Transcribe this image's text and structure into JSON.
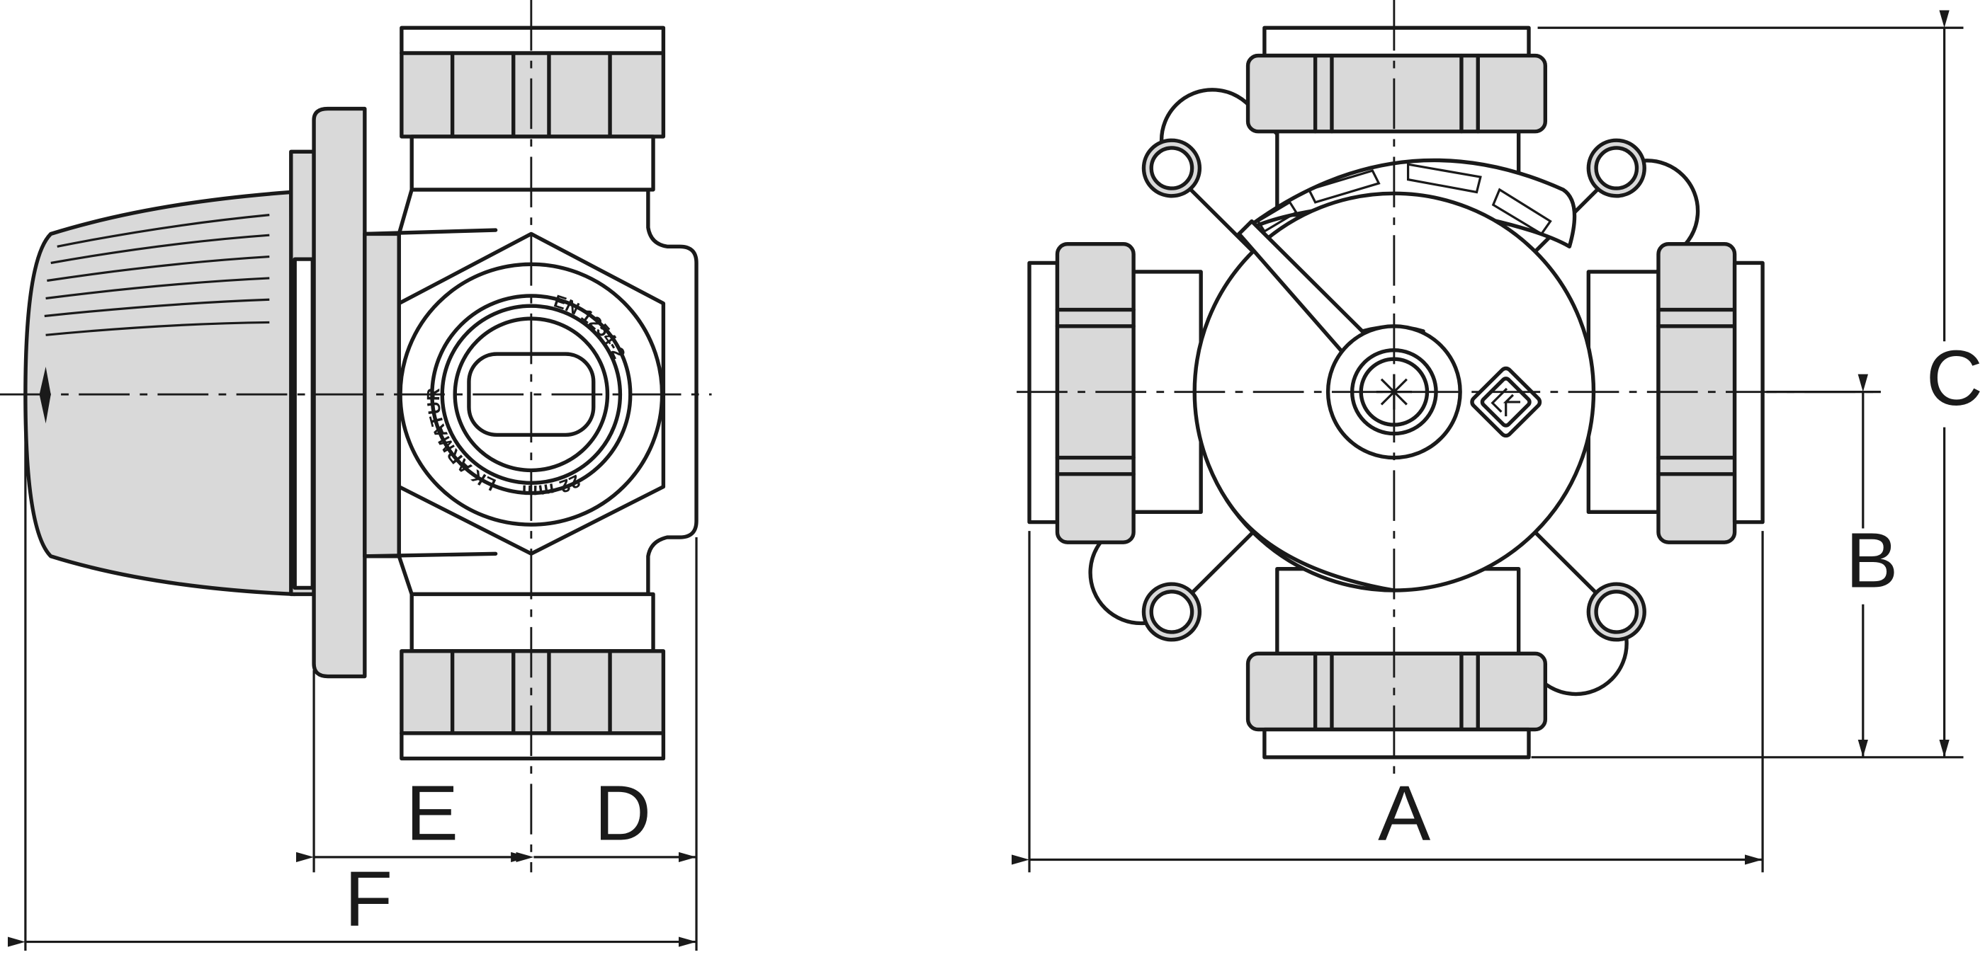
{
  "side_view": {
    "ring_text_top": "EN 1254-2",
    "ring_text_left": "LK ARMATUR",
    "ring_text_bottom": "22 mm"
  },
  "dimensions": {
    "A": "A",
    "B": "B",
    "C": "C",
    "D": "D",
    "E": "E",
    "F": "F"
  }
}
